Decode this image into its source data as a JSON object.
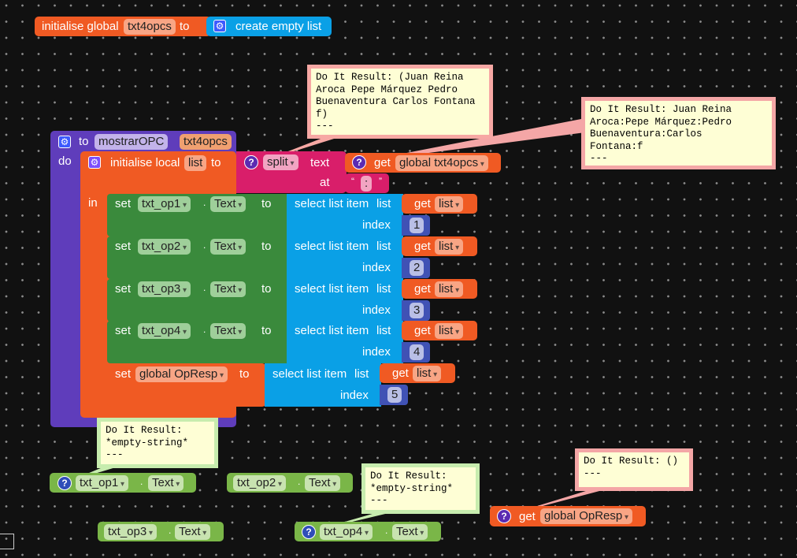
{
  "global_init": {
    "label": "initialise global",
    "var_name": "txt4opcs",
    "to": "to",
    "value": "create empty list"
  },
  "procedure": {
    "to": "to",
    "name": "mostrarOPC",
    "param": "txt4opcs",
    "do": "do",
    "local_init": {
      "label": "initialise local",
      "var_name": "list",
      "to": "to",
      "in": "in"
    },
    "split": {
      "op": "split",
      "text_label": "text",
      "at_label": "at",
      "get_label": "get",
      "get_var": "global txt4opcs",
      "separator": ":",
      "open_quote": "“",
      "close_quote": "”"
    },
    "setters": [
      {
        "set": "set",
        "component": "txt_op1",
        "dot": ".",
        "prop": "Text",
        "to": "to",
        "select": "select list item",
        "list": "list",
        "get": "get",
        "get_var": "list",
        "index_label": "index",
        "index": "1"
      },
      {
        "set": "set",
        "component": "txt_op2",
        "dot": ".",
        "prop": "Text",
        "to": "to",
        "select": "select list item",
        "list": "list",
        "get": "get",
        "get_var": "list",
        "index_label": "index",
        "index": "2"
      },
      {
        "set": "set",
        "component": "txt_op3",
        "dot": ".",
        "prop": "Text",
        "to": "to",
        "select": "select list item",
        "list": "list",
        "get": "get",
        "get_var": "list",
        "index_label": "index",
        "index": "3"
      },
      {
        "set": "set",
        "component": "txt_op4",
        "dot": ".",
        "prop": "Text",
        "to": "to",
        "select": "select list item",
        "list": "list",
        "get": "get",
        "get_var": "list",
        "index_label": "index",
        "index": "4"
      }
    ],
    "set_global": {
      "set": "set",
      "var": "global OpResp",
      "to": "to",
      "select": "select list item",
      "list": "list",
      "get": "get",
      "get_var": "list",
      "index_label": "index",
      "index": "5"
    }
  },
  "comments": {
    "split_result": "Do It Result: (Juan Reina\nAroca Pepe Márquez Pedro\nBuenaventura Carlos Fontana\nf)\n---",
    "get_global_result": "Do It Result: Juan Reina\nAroca:Pepe Márquez:Pedro\nBuenaventura:Carlos\nFontana:f\n---",
    "txt_op1_result": "Do It Result:\n*empty-string*\n---",
    "txt_op4_result": "Do It Result:\n*empty-string*\n---",
    "opresp_result": "Do It Result: ()\n---"
  },
  "loose_blocks": {
    "op1": {
      "component": "txt_op1",
      "dot": ".",
      "prop": "Text"
    },
    "op2": {
      "component": "txt_op2",
      "dot": ".",
      "prop": "Text"
    },
    "op3": {
      "component": "txt_op3",
      "dot": ".",
      "prop": "Text"
    },
    "op4": {
      "component": "txt_op4",
      "dot": ".",
      "prop": "Text"
    },
    "opresp": {
      "get": "get",
      "var": "global OpResp"
    }
  },
  "icons": {
    "gear": "gear-icon",
    "question": "question-icon"
  },
  "colors": {
    "variables": "#f05a23",
    "procedures": "#5f3dbb",
    "setters": "#3a8a3c",
    "getters": "#7ab648",
    "lists": "#0aa0e6",
    "text": "#d91e6a",
    "math": "#4052b5",
    "workspace": "#111111"
  }
}
